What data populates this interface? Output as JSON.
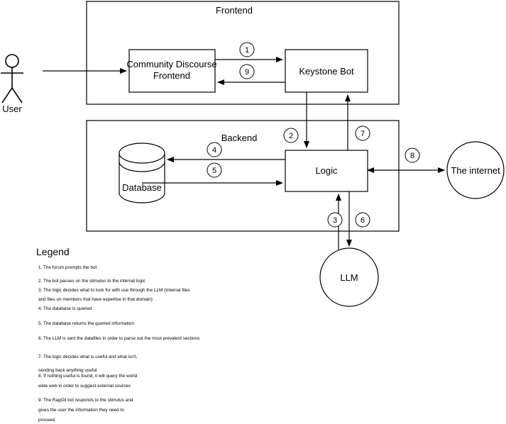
{
  "diagram": {
    "groups": [
      {
        "id": "frontend",
        "label": "Frontend"
      },
      {
        "id": "backend",
        "label": "Backend"
      }
    ],
    "nodes": [
      {
        "id": "user",
        "label": "User",
        "shape": "actor"
      },
      {
        "id": "community-discourse-frontend",
        "label_line1": "Community Discourse",
        "label_line2": "Frontend",
        "shape": "rect"
      },
      {
        "id": "keystone-bot",
        "label": "Keystone Bot",
        "shape": "rect"
      },
      {
        "id": "database",
        "label": "Database",
        "shape": "cylinder"
      },
      {
        "id": "logic",
        "label": "Logic",
        "shape": "rect"
      },
      {
        "id": "llm",
        "label": "LLM",
        "shape": "circle"
      },
      {
        "id": "the-internet",
        "label": "The internet",
        "shape": "circle"
      }
    ],
    "steps": [
      {
        "n": "1",
        "from": "community-discourse-frontend",
        "to": "keystone-bot"
      },
      {
        "n": "2",
        "from": "keystone-bot",
        "to": "logic"
      },
      {
        "n": "3",
        "from": "logic",
        "to": "llm"
      },
      {
        "n": "4",
        "from": "logic",
        "to": "database"
      },
      {
        "n": "5",
        "from": "database",
        "to": "logic"
      },
      {
        "n": "6",
        "from": "llm",
        "to": "logic"
      },
      {
        "n": "7",
        "from": "logic",
        "to": "keystone-bot"
      },
      {
        "n": "8",
        "from": "logic",
        "to": "the-internet"
      },
      {
        "n": "9",
        "from": "keystone-bot",
        "to": "community-discourse-frontend"
      }
    ]
  },
  "legend": {
    "title": "Legend",
    "lines": [
      "1. The forum prompts the bot",
      "",
      "2. The bot passes on the stimulus to the internal logic",
      "3. The logic decides what to look for with use through the LLM (Internal files",
      "and files on members that have expertise in that domain)",
      "4. The database is queried",
      "",
      "5. The database returns the queried information",
      "",
      "6. The LLM is sent the datafiles in order to parse out the most prevalent sections",
      "",
      "7. The logic decides what is useful and what isn't,",
      "sending back anything useful",
      "8. If nothing useful is found, it will query the world",
      "wide web in order to suggest external sources",
      "9. The RagOil bot responds to the stimulus and",
      "gives the user the information they need to",
      "proceed"
    ]
  },
  "colors": {
    "stroke": "#000000",
    "fill": "#ffffff",
    "text": "#000000"
  }
}
